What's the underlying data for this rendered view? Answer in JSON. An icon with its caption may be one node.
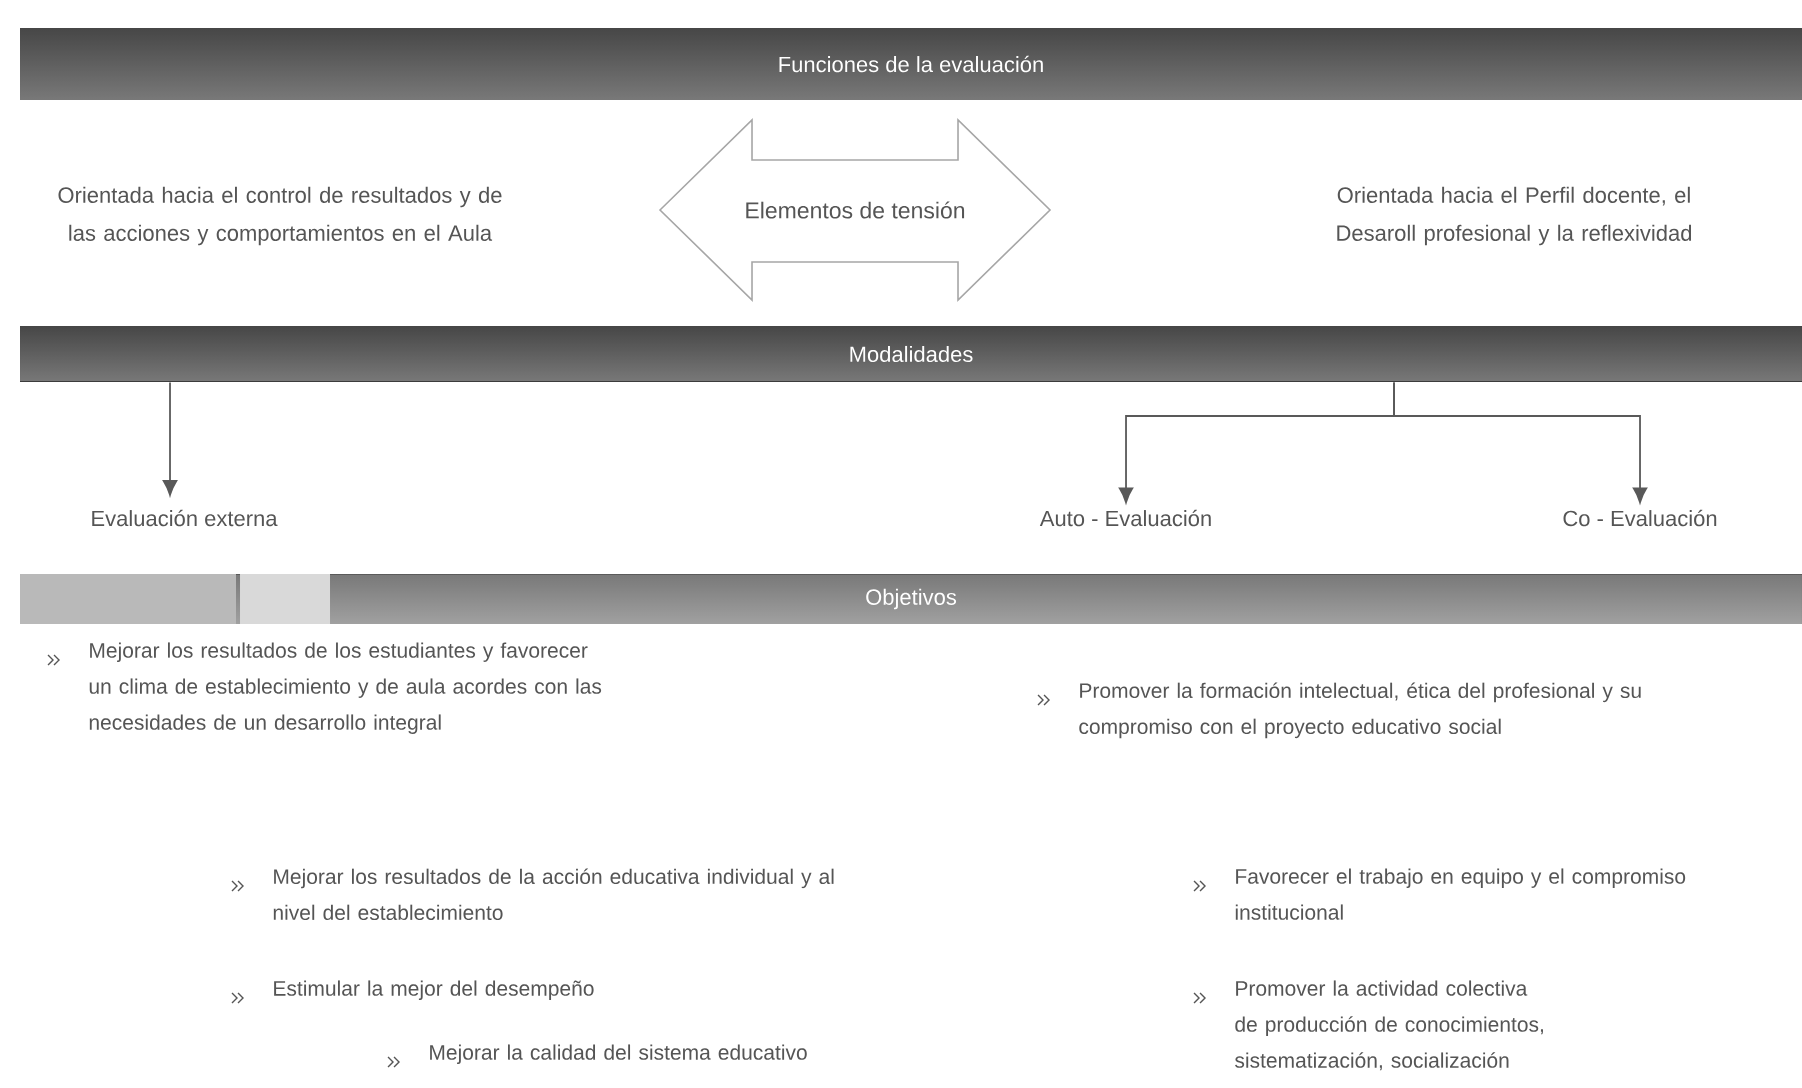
{
  "diagram": {
    "nodes": [
      {
        "text": [
          "Funciones de la evaluación"
        ]
      },
      {
        "text": [
          "Orientada hacia el control de resultados y de las acciones y comportamientos en el Aula"
        ]
      },
      {
        "text": [
          "Elementos de tensión"
        ]
      },
      {
        "text": [
          "Orientada hacia el Perfil docente, el Desaroll profesional y la reflexividad"
        ]
      },
      {
        "text": [
          "Modalidades"
        ]
      },
      {
        "text": [
          "Evaluación externa"
        ]
      },
      {
        "text": [
          "Auto - Evaluación"
        ]
      },
      {
        "text": [
          "Co - Evaluación"
        ]
      },
      {
        "text": [
          "Objetivos"
        ]
      }
    ],
    "edges": [
      {
        "from": 4,
        "to": 5,
        "arrow": "to"
      },
      {
        "from": 4,
        "to": 6,
        "arrow": "to"
      },
      {
        "from": 4,
        "to": 7,
        "arrow": "to"
      }
    ],
    "labels": [
      "Mejorar los resultados de los estudiantes y favorecer un clima de establecimiento y de aula acordes con las necesidades de un desarrollo integral",
      "Promover la formación intelectual, ética del profesional y su compromiso con el proyecto educativo social",
      "Mejorar los resultados de la acción educativa individual y al nivel del establecimiento",
      "Estimular la mejor del desempeño",
      "Favorecer el trabajo en equipo y el compromiso institucional",
      "Promover la actividad colectiva de producción de conocimientos, sistematización, socialización",
      "Mejorar la calidad del sistema educativo"
    ]
  }
}
